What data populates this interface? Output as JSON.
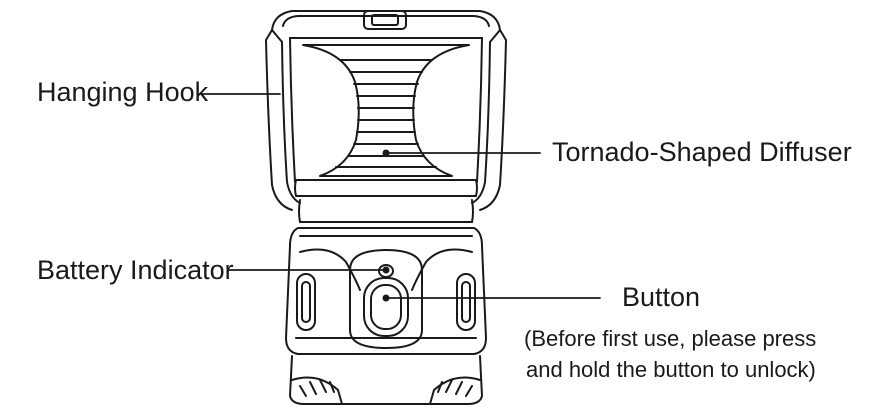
{
  "labels": {
    "hanging_hook": "Hanging Hook",
    "diffuser": "Tornado-Shaped Diffuser",
    "battery_indicator": "Battery Indicator",
    "button": "Button",
    "button_note_line1": "(Before first use, please press",
    "button_note_line2": "and hold the button to unlock)"
  }
}
